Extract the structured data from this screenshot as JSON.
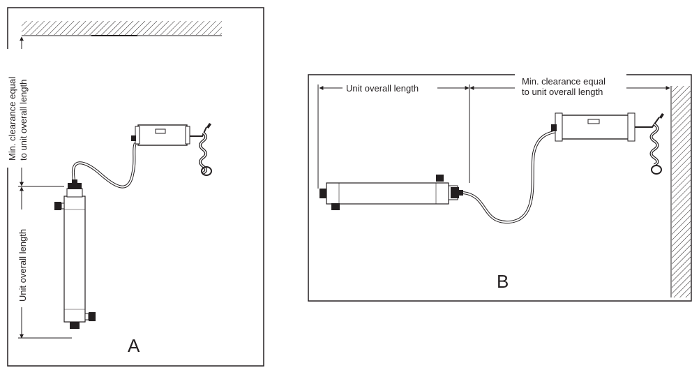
{
  "diagram_a": {
    "label": "A",
    "clearance_label_line1": "Min. clearance equal",
    "clearance_label_line2": "to unit overall length",
    "length_label": "Unit overall length"
  },
  "diagram_b": {
    "label": "B",
    "length_label": "Unit overall length",
    "clearance_label_line1": "Min. clearance equal",
    "clearance_label_line2": "to unit overall length"
  },
  "colors": {
    "line": "#231f20",
    "fill": "#ffffff"
  }
}
